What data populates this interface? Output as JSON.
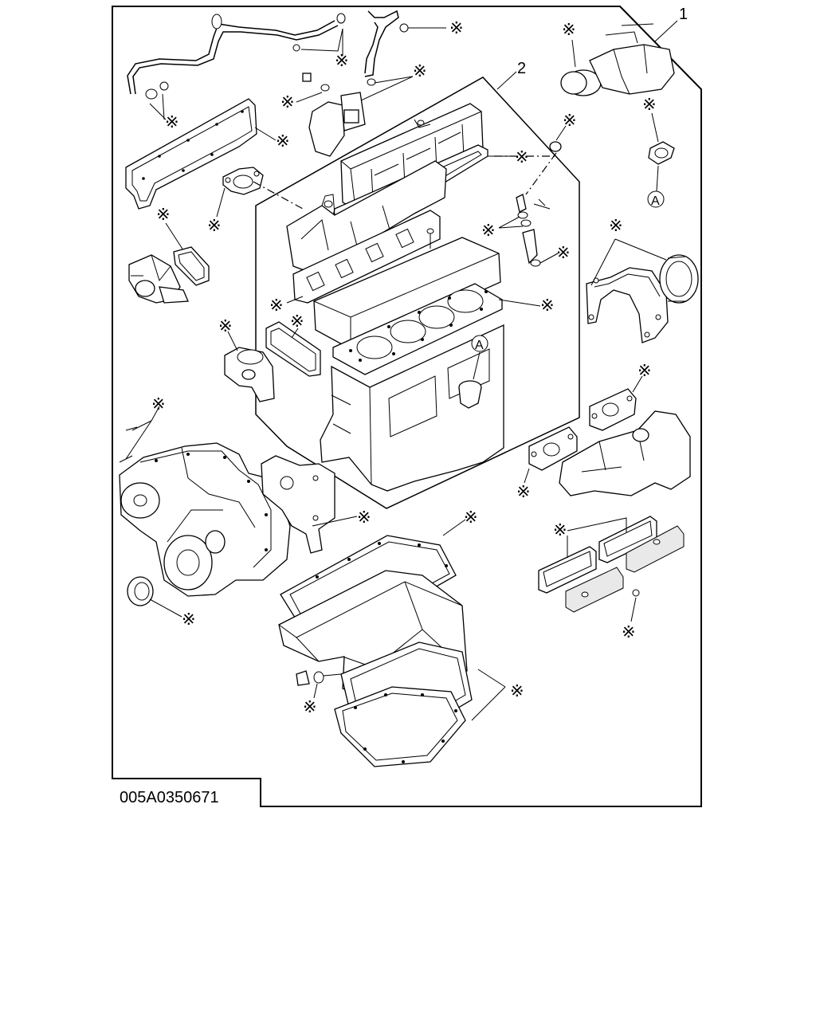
{
  "drawing": {
    "callouts": {
      "kit_number": "1",
      "subkit_number": "2"
    },
    "reference_marker": "A",
    "kit_part_symbol": "※",
    "figure_code": "005A0350671"
  }
}
